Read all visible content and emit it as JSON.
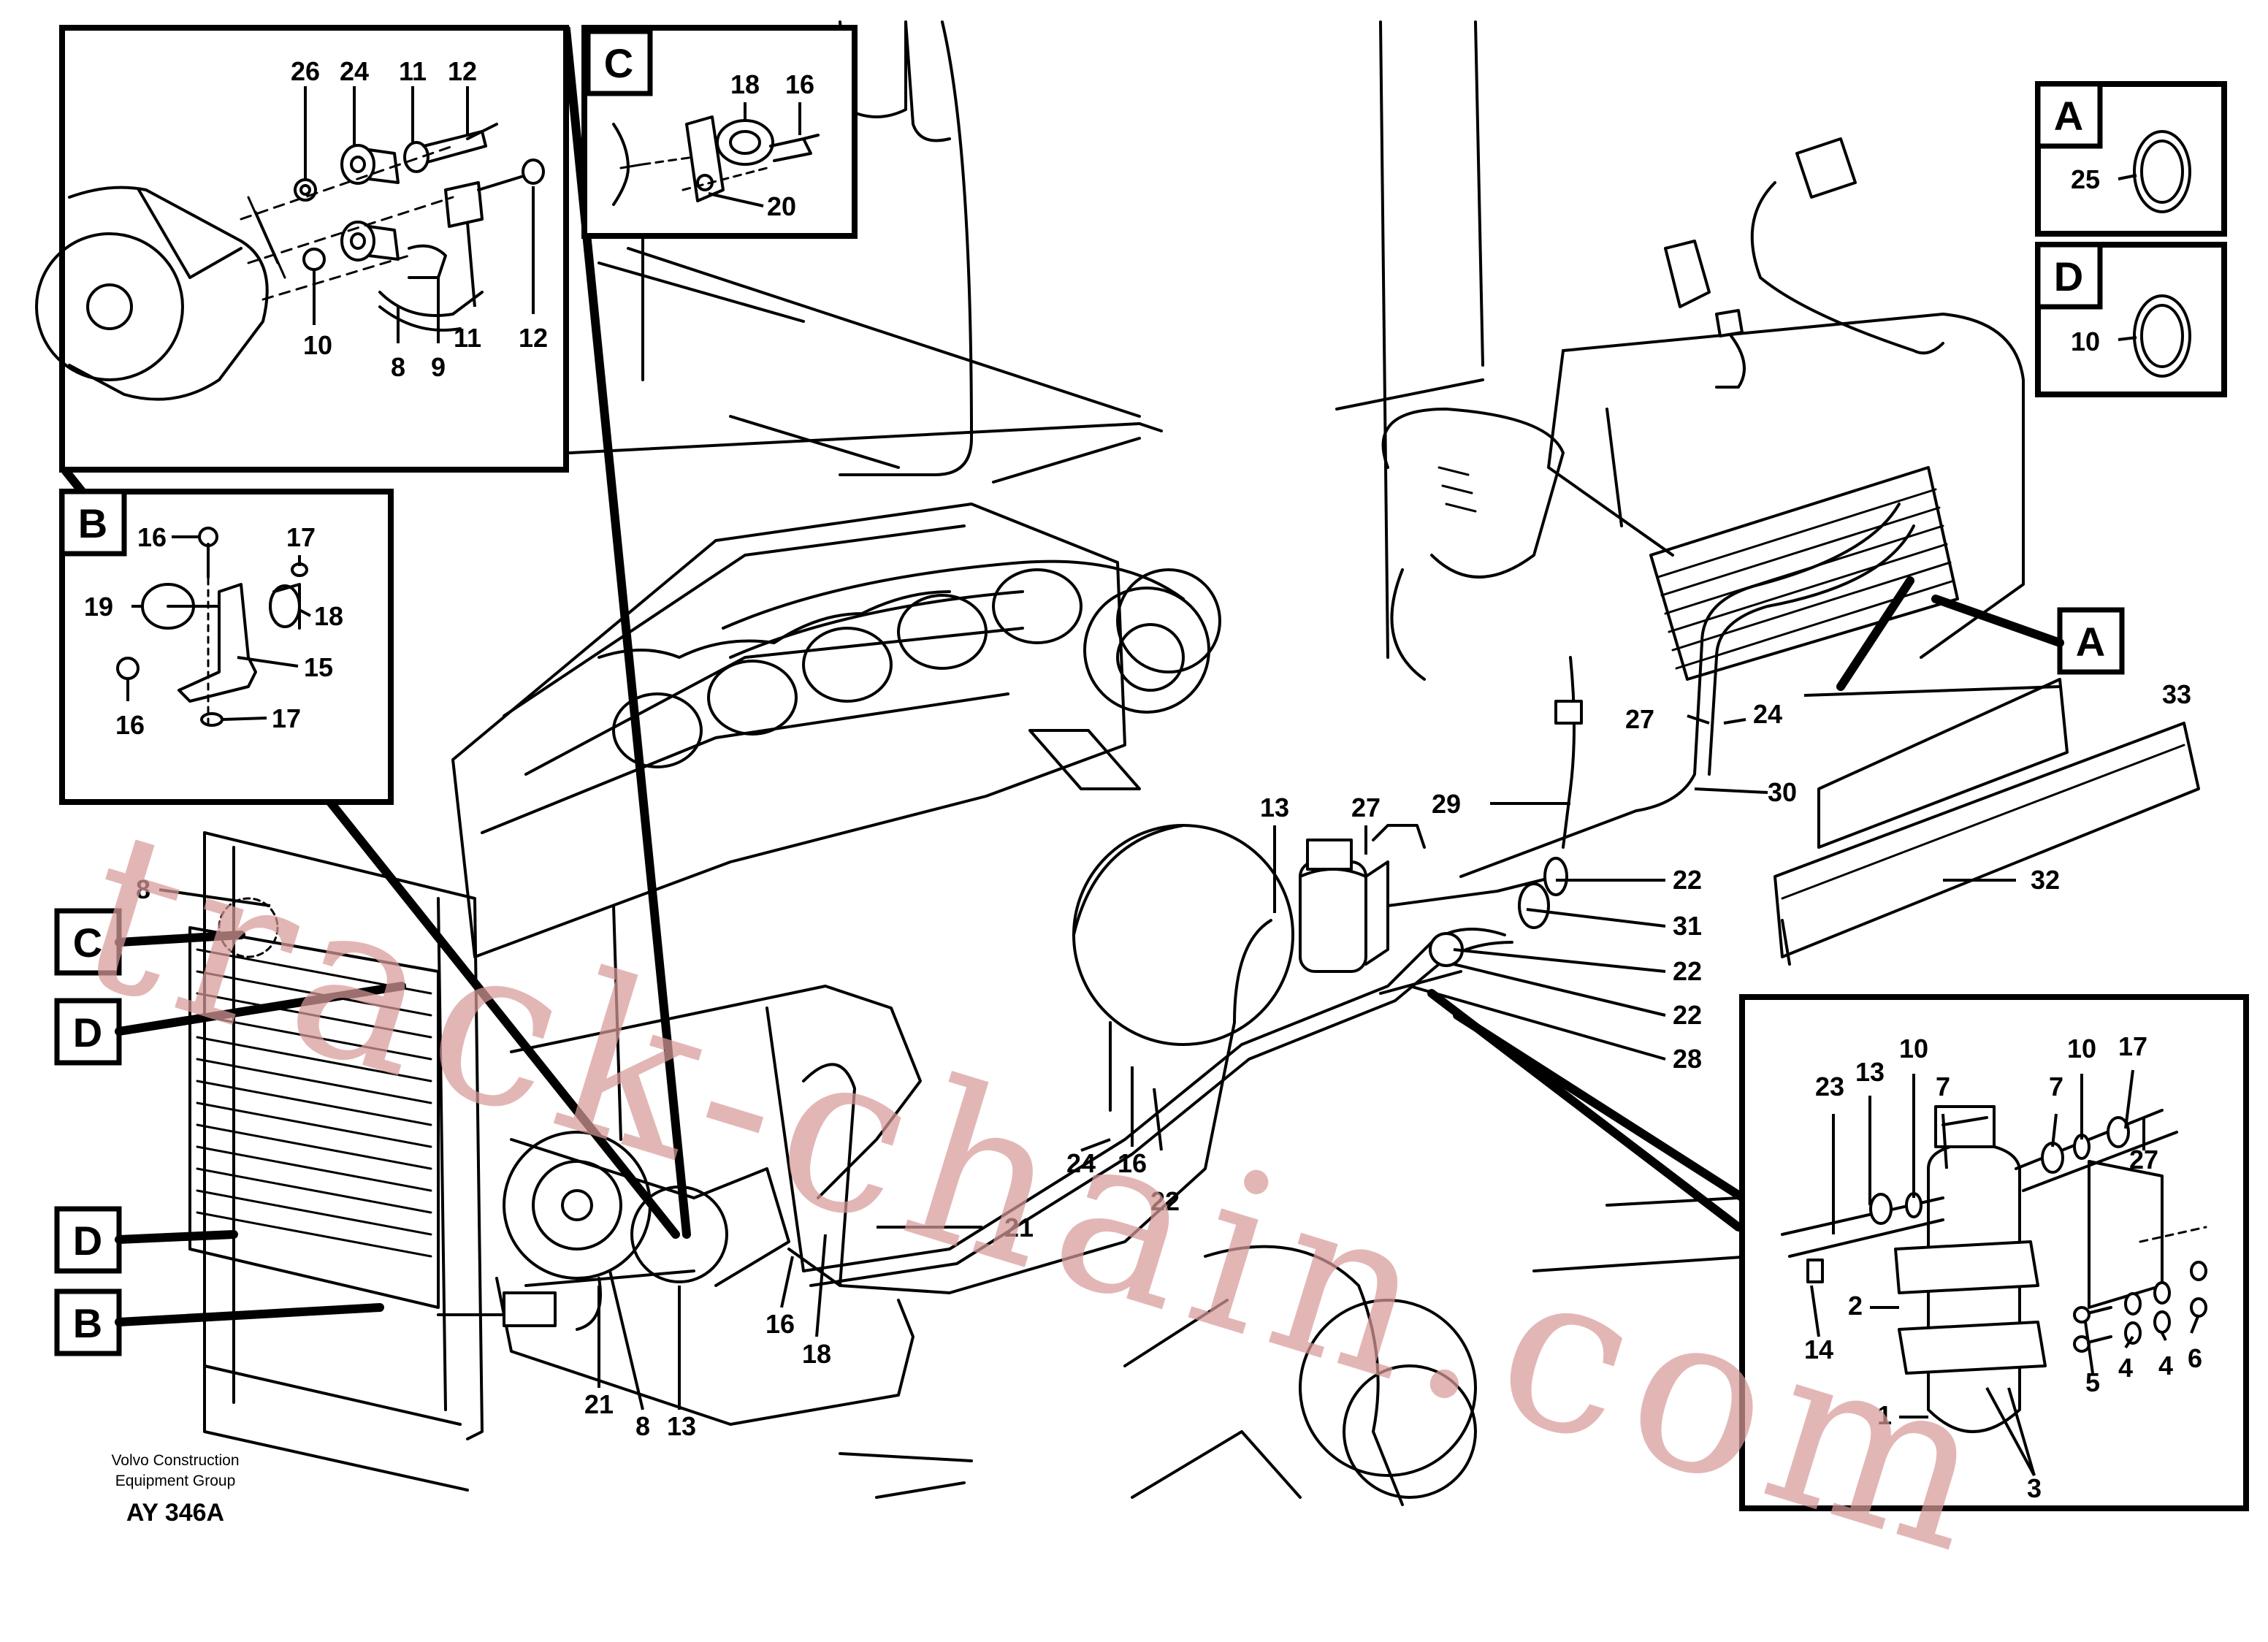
{
  "footer": {
    "company_line1": "Volvo Construction",
    "company_line2": "Equipment Group",
    "code": "AY 346A"
  },
  "watermark": "track-chain.com",
  "inset_tags": {
    "A": "A",
    "B": "B",
    "C": "C",
    "D": "D"
  },
  "callouts": {
    "i26": "26",
    "i24": "24",
    "i11a": "11",
    "i12a": "12",
    "i10": "10",
    "i8": "8",
    "i9": "9",
    "i11b": "11",
    "i12b": "12",
    "c18": "18",
    "c16": "16",
    "c20": "20",
    "a25": "25",
    "d10": "10",
    "b16a": "16",
    "b17a": "17",
    "b19": "19",
    "b18": "18",
    "b15": "15",
    "b16b": "16",
    "b17b": "17",
    "m8": "8",
    "m13a": "13",
    "m27a": "27",
    "m29": "29",
    "m27b": "27",
    "m24a": "24",
    "m33": "33",
    "m30": "30",
    "m32": "32",
    "m22a": "22",
    "m31": "31",
    "m22b": "22",
    "m22c": "22",
    "m28": "28",
    "m24b": "24",
    "m16a": "16",
    "m22d": "22",
    "m21a": "21",
    "m16b": "16",
    "m18": "18",
    "m21b": "21",
    "m8b": "8",
    "m13b": "13",
    "r23": "23",
    "r13": "13",
    "r10a": "10",
    "r7a": "7",
    "r7b": "7",
    "r10b": "10",
    "r17": "17",
    "r27": "27",
    "r14": "14",
    "r2": "2",
    "r1": "1",
    "r3": "3",
    "r5": "5",
    "r4a": "4",
    "r4b": "4",
    "r6": "6"
  }
}
